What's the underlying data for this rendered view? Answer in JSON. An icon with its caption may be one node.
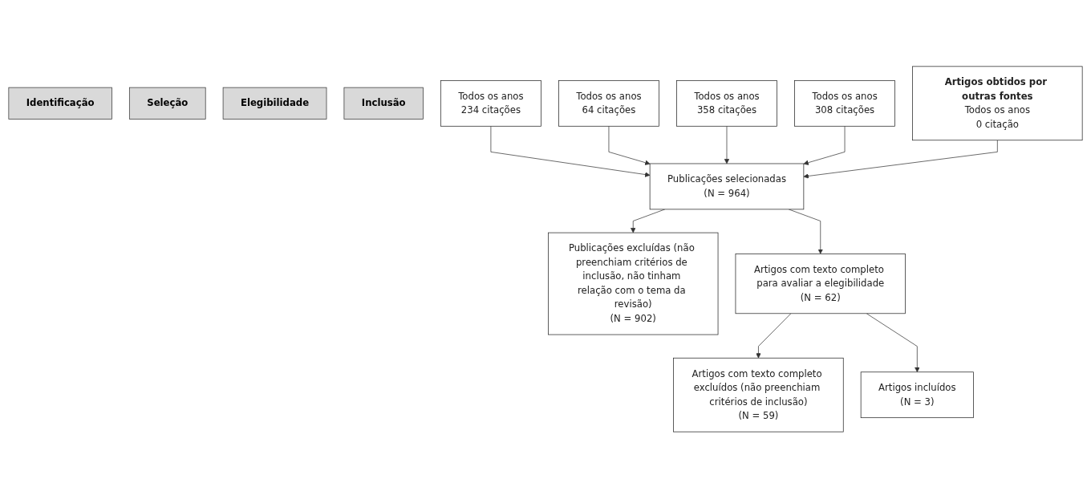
{
  "diagram": {
    "nodes": [
      {
        "text": [
          "Identificação"
        ]
      },
      {
        "text": [
          "Seleção"
        ]
      },
      {
        "text": [
          "Elegibilidade"
        ]
      },
      {
        "text": [
          "Inclusão"
        ]
      },
      {
        "text": [
          "Todos os anos",
          "234 citações"
        ]
      },
      {
        "text": [
          "Todos os anos",
          "64 citações"
        ]
      },
      {
        "text": [
          "Todos os anos",
          "358 citações"
        ]
      },
      {
        "text": [
          "Todos os anos",
          "308 citações"
        ]
      },
      {
        "text": [
          "Artigos obtidos por outras fontes",
          "Todos os anos",
          "0 citação"
        ]
      },
      {
        "text": [
          "Publicações selecionadas",
          "(N = 964)"
        ]
      },
      {
        "text": [
          "Publicações excluídas (não preenchiam critérios de inclusão, não tinham relação com o tema da revisão)",
          "(N = 902)"
        ]
      },
      {
        "text": [
          "Artigos com texto completo para avaliar a elegibilidade",
          "(N = 62)"
        ]
      },
      {
        "text": [
          "Artigos com texto completo excluídos (não preenchiam critérios de inclusão)",
          "(N = 59)"
        ]
      },
      {
        "text": [
          "Artigos incluídos",
          "(N = 3)"
        ]
      }
    ],
    "edges": [
      {
        "from": 4,
        "to": 9,
        "arrow": "to"
      },
      {
        "from": 5,
        "to": 9,
        "arrow": "to"
      },
      {
        "from": 6,
        "to": 9,
        "arrow": "to"
      },
      {
        "from": 7,
        "to": 9,
        "arrow": "to"
      },
      {
        "from": 8,
        "to": 9,
        "arrow": "to"
      },
      {
        "from": 9,
        "to": 10,
        "arrow": "to"
      },
      {
        "from": 9,
        "to": 11,
        "arrow": "to"
      },
      {
        "from": 11,
        "to": 12,
        "arrow": "to"
      },
      {
        "from": 11,
        "to": 13,
        "arrow": "to"
      }
    ]
  }
}
